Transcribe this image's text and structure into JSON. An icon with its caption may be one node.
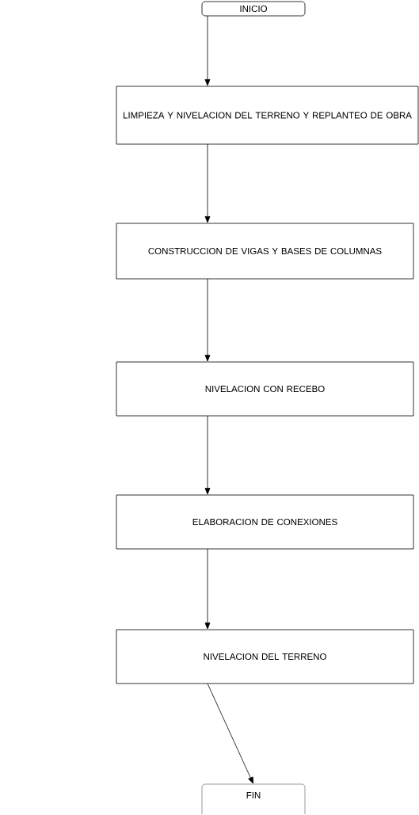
{
  "diagram": {
    "nodes": [
      {
        "text": [
          "INICIO"
        ]
      },
      {
        "text": [
          "LIMPIEZA Y NIVELACION DEL TERRENO Y REPLANTEO DE OBRA"
        ]
      },
      {
        "text": [
          "CONSTRUCCION DE VIGAS Y BASES DE COLUMNAS"
        ]
      },
      {
        "text": [
          "NIVELACION CON RECEBO"
        ]
      },
      {
        "text": [
          "ELABORACION DE CONEXIONES"
        ]
      },
      {
        "text": [
          "NIVELACION DEL TERRENO"
        ]
      },
      {
        "text": [
          "FIN"
        ]
      }
    ],
    "edges": [
      {
        "from": 0,
        "to": 1,
        "arrow": "to"
      },
      {
        "from": 1,
        "to": 2,
        "arrow": "to"
      },
      {
        "from": 2,
        "to": 3,
        "arrow": "to"
      },
      {
        "from": 3,
        "to": 4,
        "arrow": "to"
      },
      {
        "from": 4,
        "to": 5,
        "arrow": "to"
      },
      {
        "from": 5,
        "to": 6,
        "arrow": "to"
      }
    ]
  }
}
